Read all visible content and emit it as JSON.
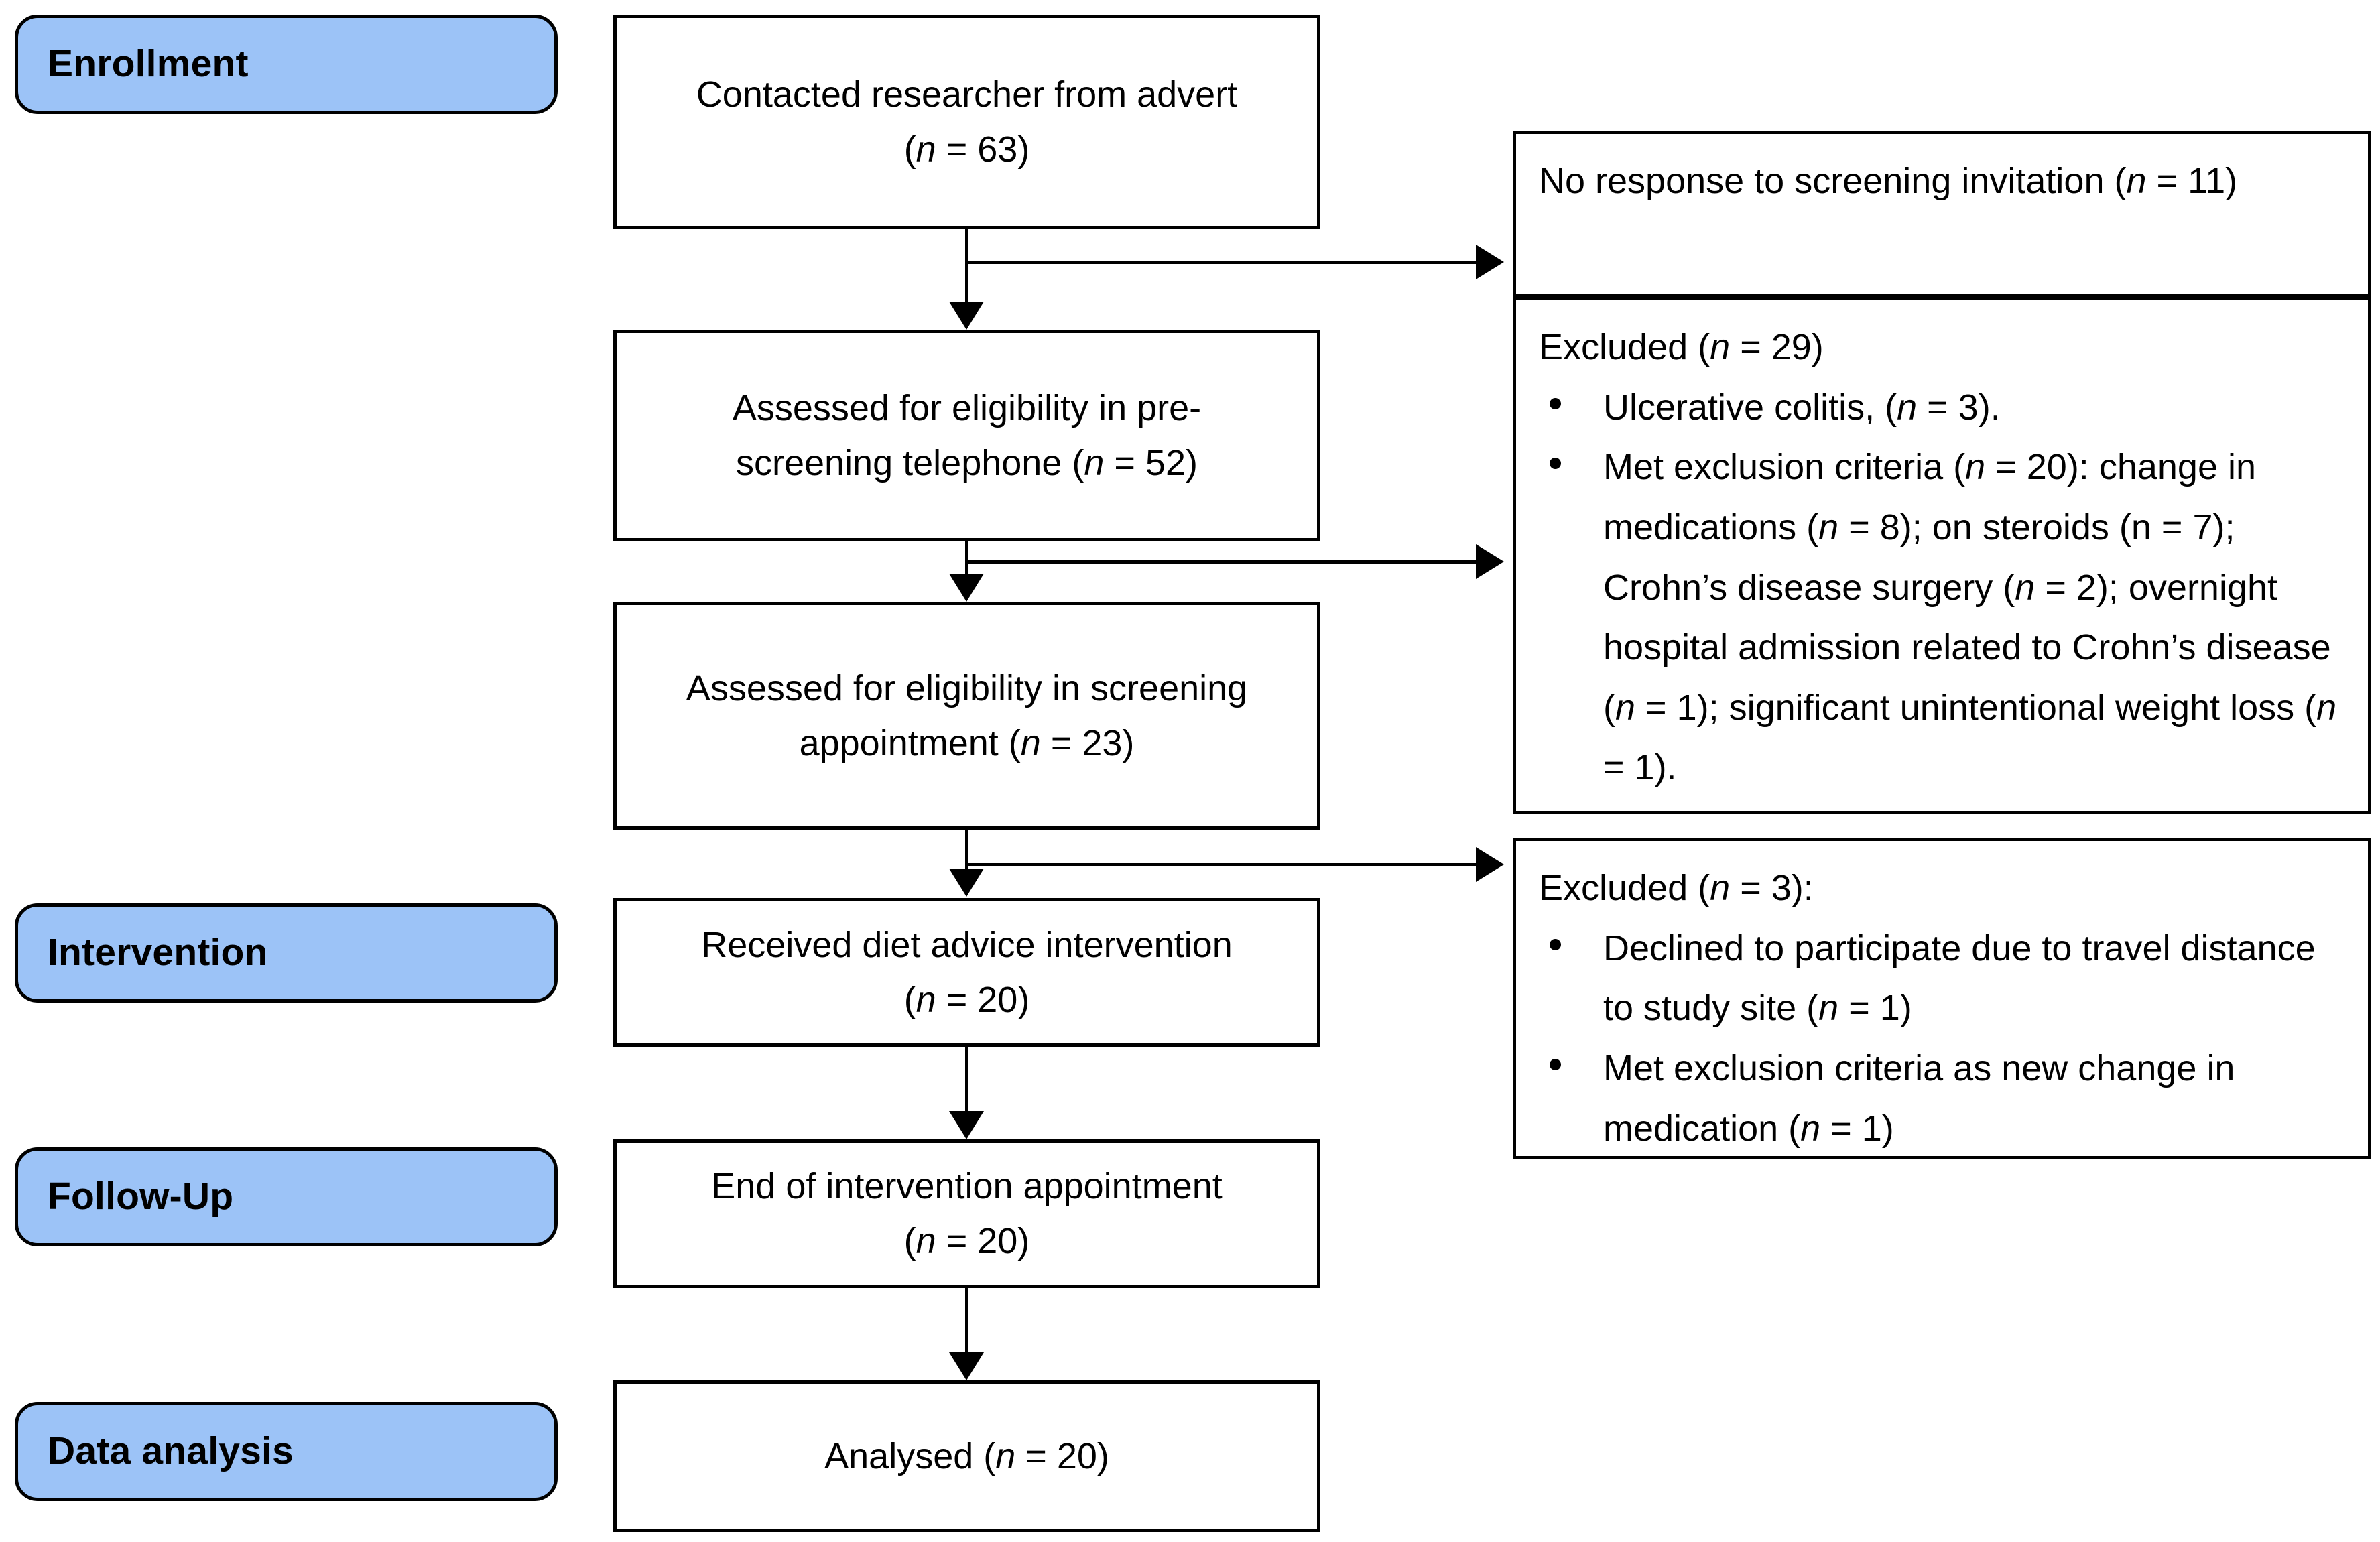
{
  "diagram": {
    "title": "CONSORT participant flow diagram",
    "colors": {
      "stage_pill_fill": "#9CC3F7",
      "stage_pill_border": "#000000",
      "box_border": "#000000",
      "box_fill": "#FFFFFF",
      "connector": "#000000",
      "text": "#000000"
    }
  },
  "stages": [
    {
      "label": "Enrollment"
    },
    {
      "label": "Intervention"
    },
    {
      "label": "Follow-Up"
    },
    {
      "label": "Data analysis"
    }
  ],
  "flow": [
    {
      "id": "contacted",
      "line1": "Contacted researcher from advert",
      "line2_prefix": "(",
      "line2_n": "n",
      "line2_suffix": " = 63)"
    },
    {
      "id": "pre-screen",
      "line1": "Assessed for eligibility in pre-",
      "line2_prefix": "screening telephone (",
      "line2_n": "n",
      "line2_suffix": " = 52)"
    },
    {
      "id": "screening-appointment",
      "line1": "Assessed for eligibility in screening",
      "line2_prefix": "appointment (",
      "line2_n": "n",
      "line2_suffix": " = 23)"
    },
    {
      "id": "received-intervention",
      "line1": "Received diet advice intervention",
      "line2_prefix": "(",
      "line2_n": "n",
      "line2_suffix": " = 20)"
    },
    {
      "id": "end-of-intervention",
      "line1": "End of intervention appointment",
      "line2_prefix": "(",
      "line2_n": "n",
      "line2_suffix": " = 20)"
    },
    {
      "id": "analysed",
      "line1": "Analysed (",
      "line2_prefix": "",
      "line2_n": "n",
      "line2_suffix": " = 20)"
    }
  ],
  "exclusions": [
    {
      "id": "no-response",
      "head_before": "No response to screening invitation (",
      "head_n": "n",
      "head_after": " = 11)",
      "items": []
    },
    {
      "id": "excluded-29",
      "head_before": "Excluded (",
      "head_n": "n",
      "head_after": " = 29)",
      "items": [
        {
          "parts": [
            {
              "t": "Ulcerative colitis, (",
              "i": false
            },
            {
              "t": "n",
              "i": true
            },
            {
              "t": " = 3).",
              "i": false
            }
          ]
        },
        {
          "parts": [
            {
              "t": "Met exclusion criteria (",
              "i": false
            },
            {
              "t": "n",
              "i": true
            },
            {
              "t": " = 20): change in medications (",
              "i": false
            },
            {
              "t": "n",
              "i": true
            },
            {
              "t": " = 8); on steroids (n = 7); Crohn’s disease surgery (",
              "i": false
            },
            {
              "t": "n",
              "i": true
            },
            {
              "t": " = 2); overnight hospital admission related to Crohn’s disease (",
              "i": false
            },
            {
              "t": "n",
              "i": true
            },
            {
              "t": " = 1); significant unintentional weight loss (",
              "i": false
            },
            {
              "t": "n",
              "i": true
            },
            {
              "t": " = 1).",
              "i": false
            }
          ]
        }
      ]
    },
    {
      "id": "excluded-3",
      "head_before": "Excluded (",
      "head_n": "n",
      "head_after": " = 3):",
      "items": [
        {
          "parts": [
            {
              "t": "Declined to participate due to travel distance to study site (",
              "i": false
            },
            {
              "t": "n",
              "i": true
            },
            {
              "t": " = 1)",
              "i": false
            }
          ]
        },
        {
          "parts": [
            {
              "t": "Met exclusion criteria as new change in medication (",
              "i": false
            },
            {
              "t": "n",
              "i": true
            },
            {
              "t": " = 1)",
              "i": false
            }
          ]
        }
      ]
    }
  ]
}
